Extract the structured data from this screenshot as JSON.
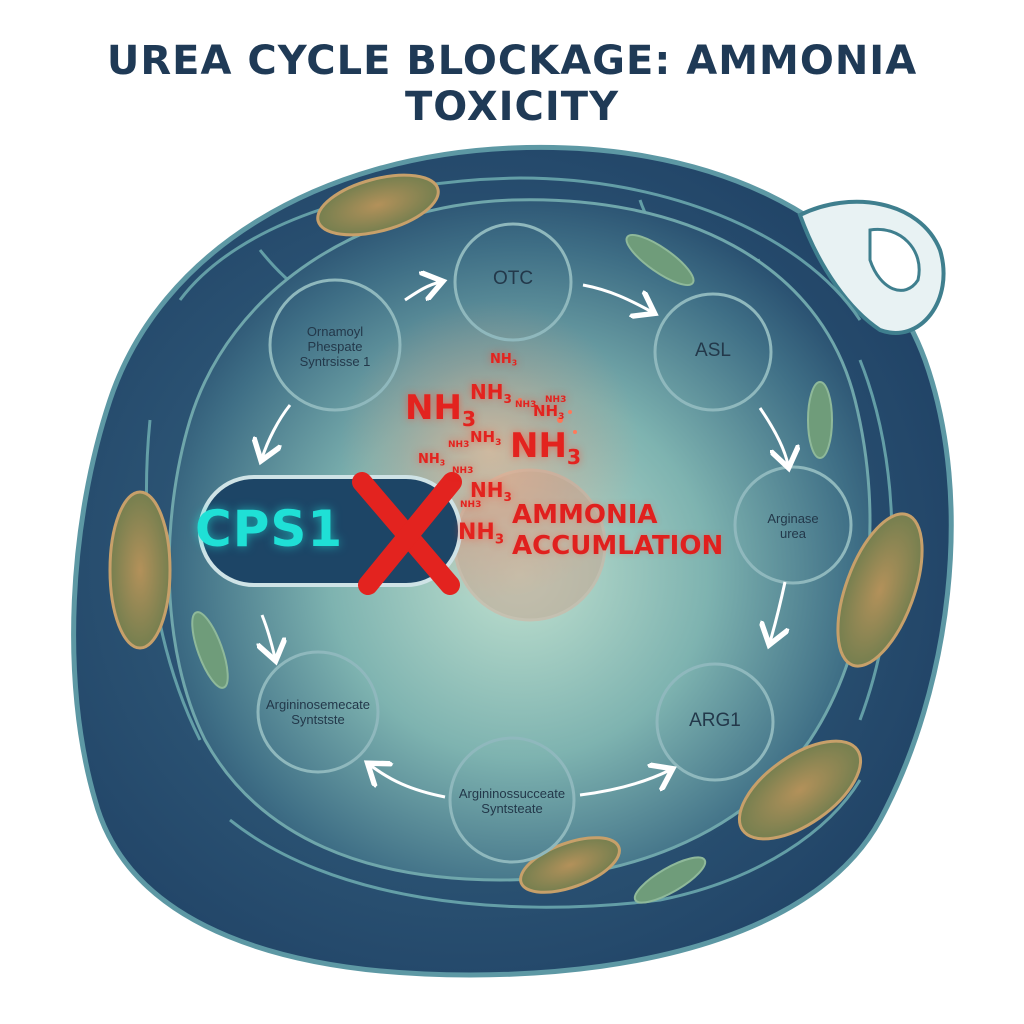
{
  "title": "UREA CYCLE BLOCKAGE: AMMONIA TOXICITY",
  "enzymes": {
    "otc": "OTC",
    "asl": "ASL",
    "arg1": "ARG1",
    "cps_synthetase": [
      "Ornamoyl",
      "Phespate",
      "Syntrsisse 1"
    ],
    "arginase": [
      "Arginase",
      "urea"
    ],
    "arginosuccinate_synthetase": [
      "Argininosemecate",
      "Syntstste"
    ],
    "arginosuccinate_bottom": [
      "Argininossucceate",
      "Syntsteate"
    ]
  },
  "blocked_enzyme": "CPS1",
  "ammonia_label": [
    "AMMONIA",
    "ACCUMLATION"
  ],
  "nh3": {
    "base": "NH",
    "sub": "3",
    "small_markers": [
      "NH3",
      "NH3",
      "NH3",
      "NH3",
      "NH3"
    ]
  },
  "colors": {
    "title": "#1f3a56",
    "cps1": "#1fe0d6",
    "block_x": "#e3231f",
    "ammonia": "#e0201e",
    "cell_outer": "#3f6f7e",
    "cell_inner": "#5f9a9e"
  },
  "icons": [
    "block-x-icon",
    "cycle-arrow-icon",
    "mitochondrion-icon"
  ]
}
